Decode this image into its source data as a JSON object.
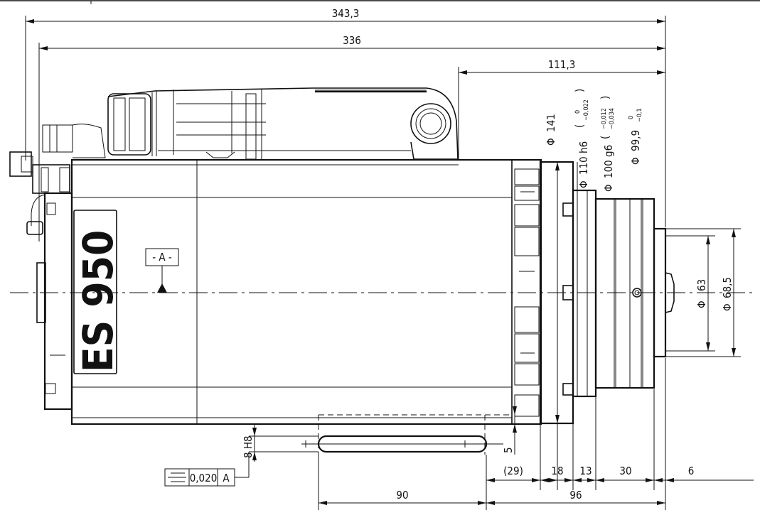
{
  "drawing": {
    "dimensions": {
      "overall_length": "343,3",
      "body_length": "336",
      "front_length": "111,3",
      "dia_141_symbol": "Φ",
      "dia_141": "141",
      "dia_110_symbol": "Φ",
      "dia_110": "110 h6",
      "dia_110_tol_upper": "0",
      "dia_110_tol_lower": "−0,022",
      "dia_100_symbol": "Φ",
      "dia_100": "100 g6",
      "dia_100_tol_upper": "−0,012",
      "dia_100_tol_lower": "−0,034",
      "dia_99_symbol": "Φ",
      "dia_99": "99,9",
      "dia_99_tol_upper": "0",
      "dia_99_tol_lower": "−0,1",
      "dia_63_symbol": "Φ",
      "dia_63": "63",
      "dia_68_symbol": "Φ",
      "dia_68": "68,5",
      "slot_width": "8 H8",
      "offset_5": "5",
      "seg_29": "(29)",
      "seg_18": "18",
      "seg_13": "13",
      "seg_30": "30",
      "seg_6": "6",
      "slot_length": "90",
      "front_96": "96"
    },
    "datum": {
      "label": "- A -"
    },
    "tolerance_frame": {
      "value": "0,020",
      "datum": "A"
    },
    "logo": {
      "text": "ES 950"
    }
  }
}
